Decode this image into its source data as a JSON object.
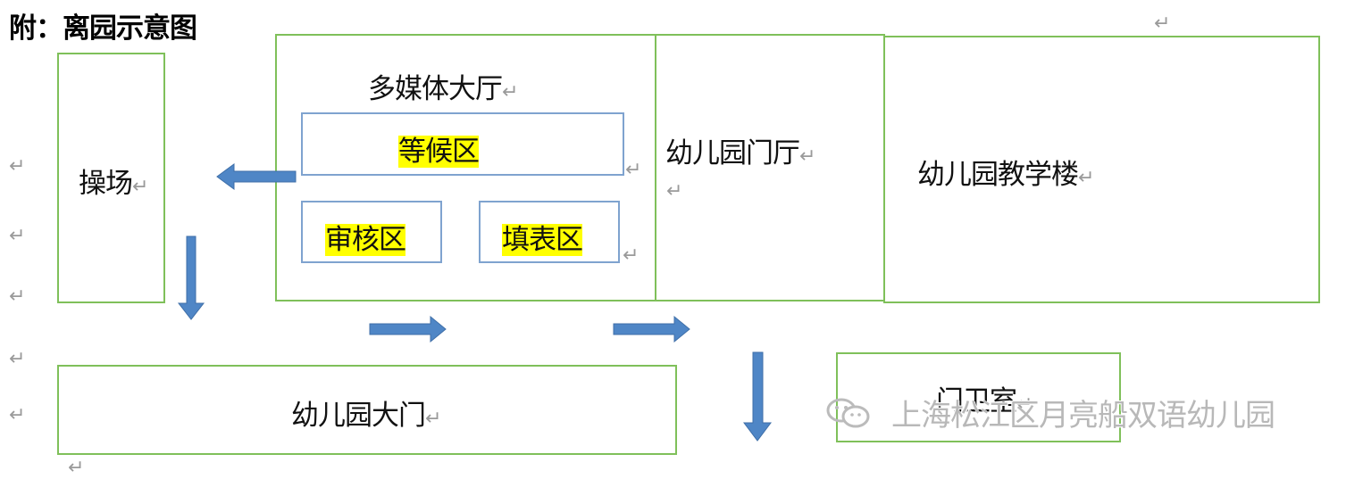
{
  "title": "附：离园示意图",
  "return_mark": "↵",
  "boxes": {
    "playground": "操场",
    "multimedia_hall": "多媒体大厅",
    "waiting_area": "等候区",
    "review_area": "审核区",
    "form_area": "填表区",
    "kindergarten_lobby": "幼儿园门厅",
    "teaching_building": "幼儿园教学楼",
    "main_gate": "幼儿园大门",
    "guard_room": "门卫室"
  },
  "watermark": "上海松江区月亮船双语幼儿园",
  "colors": {
    "box_border_outer": "#7fc05a",
    "box_border_inner": "#7fa3cf",
    "arrow": "#4f86c6",
    "highlight": "#ffff00"
  },
  "icons": [
    "return-mark-icon",
    "arrow-icon",
    "wechat-watermark-icon"
  ]
}
